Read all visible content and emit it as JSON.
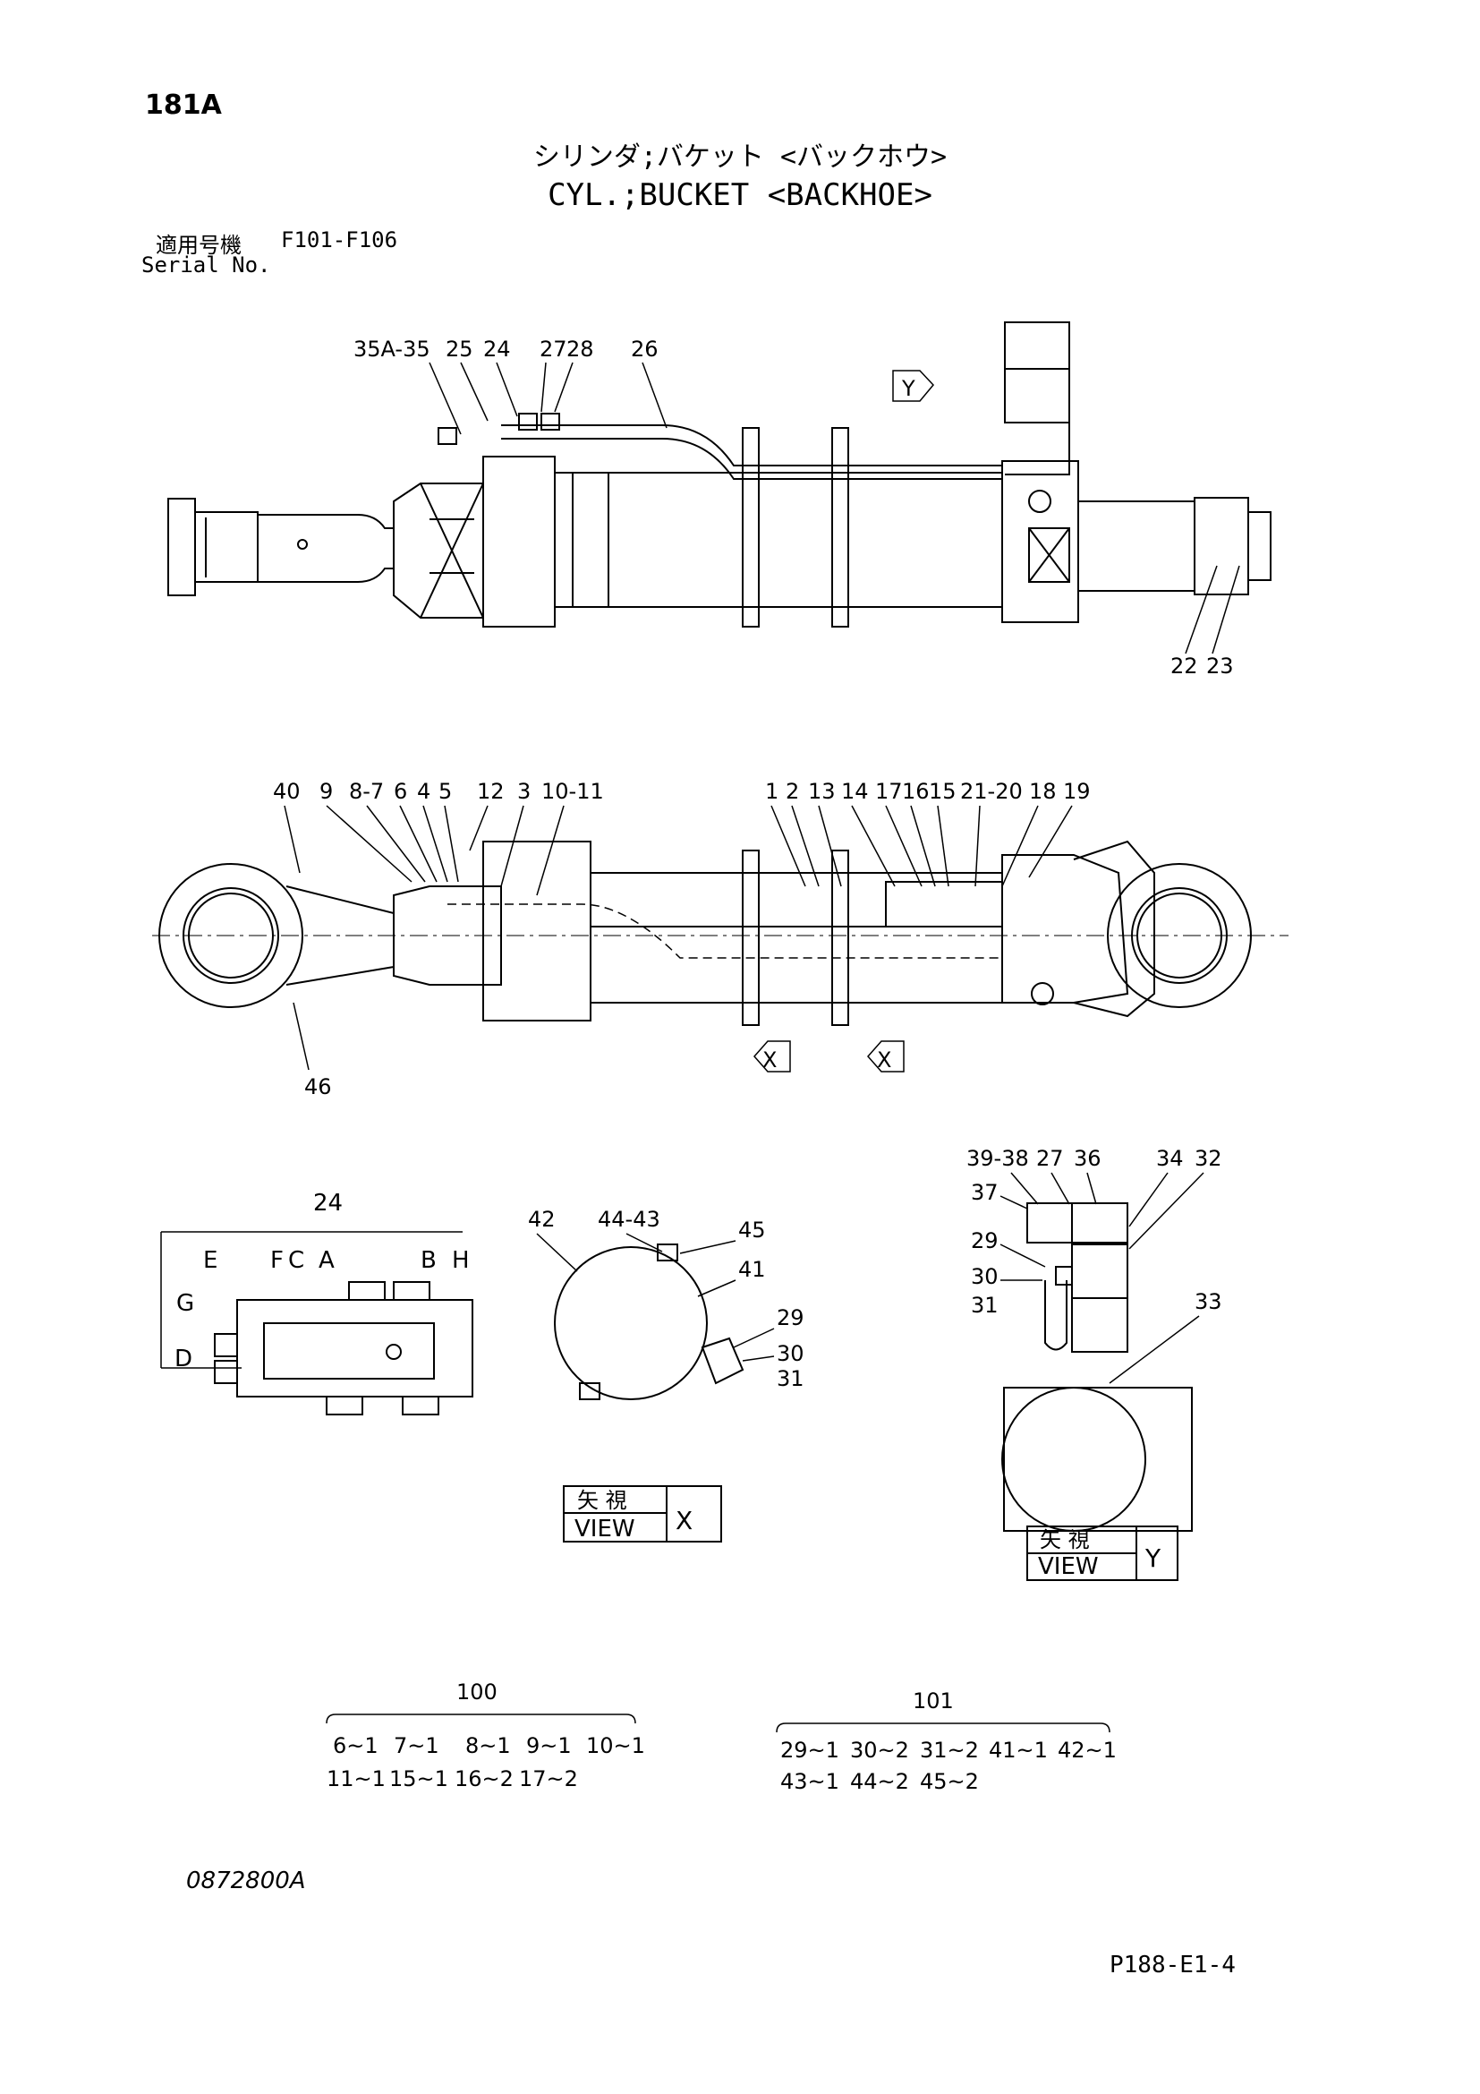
{
  "page_id": "181A",
  "title_jp": "シリンダ;バケット <バックホウ>",
  "title_en": "CYL.;BUCKET <BACKHOE>",
  "serial": {
    "label_jp": "適用号機",
    "label_en": "Serial No.",
    "value": "F101-F106"
  },
  "callouts_top": [
    "35A-35",
    "25",
    "24",
    "27",
    "28",
    "26",
    "Y",
    "22",
    "23"
  ],
  "callouts_section": [
    "40",
    "9",
    "8-7",
    "6",
    "4",
    "5",
    "12",
    "3",
    "10-11",
    "1",
    "2",
    "13",
    "14",
    "17",
    "16",
    "15",
    "21-20",
    "18",
    "19",
    "46",
    "X",
    "X"
  ],
  "detail_24": {
    "number": "24",
    "letters": [
      "E",
      "F",
      "C",
      "A",
      "B",
      "H",
      "G",
      "D"
    ]
  },
  "detail_x": {
    "callouts": [
      "42",
      "44-43",
      "45",
      "41",
      "29",
      "30",
      "31"
    ],
    "view_jp": "矢 視",
    "view_en": "VIEW",
    "view_letter": "X"
  },
  "detail_y": {
    "callouts": [
      "39-38",
      "27",
      "36",
      "34",
      "32",
      "37",
      "29",
      "30",
      "31",
      "33"
    ],
    "view_jp": "矢 視",
    "view_en": "VIEW",
    "view_letter": "Y"
  },
  "kit_100": {
    "number": "100",
    "rows": [
      [
        "6~1",
        "7~1",
        "8~1",
        "9~1",
        "10~1"
      ],
      [
        "11~1",
        "15~1",
        "16~2",
        "17~2"
      ]
    ]
  },
  "kit_101": {
    "number": "101",
    "rows": [
      [
        "29~1",
        "30~2",
        "31~2",
        "41~1",
        "42~1"
      ],
      [
        "43~1",
        "44~2",
        "45~2"
      ]
    ]
  },
  "drawing_number": "0872800A",
  "page_ref": "P188-E1-4"
}
